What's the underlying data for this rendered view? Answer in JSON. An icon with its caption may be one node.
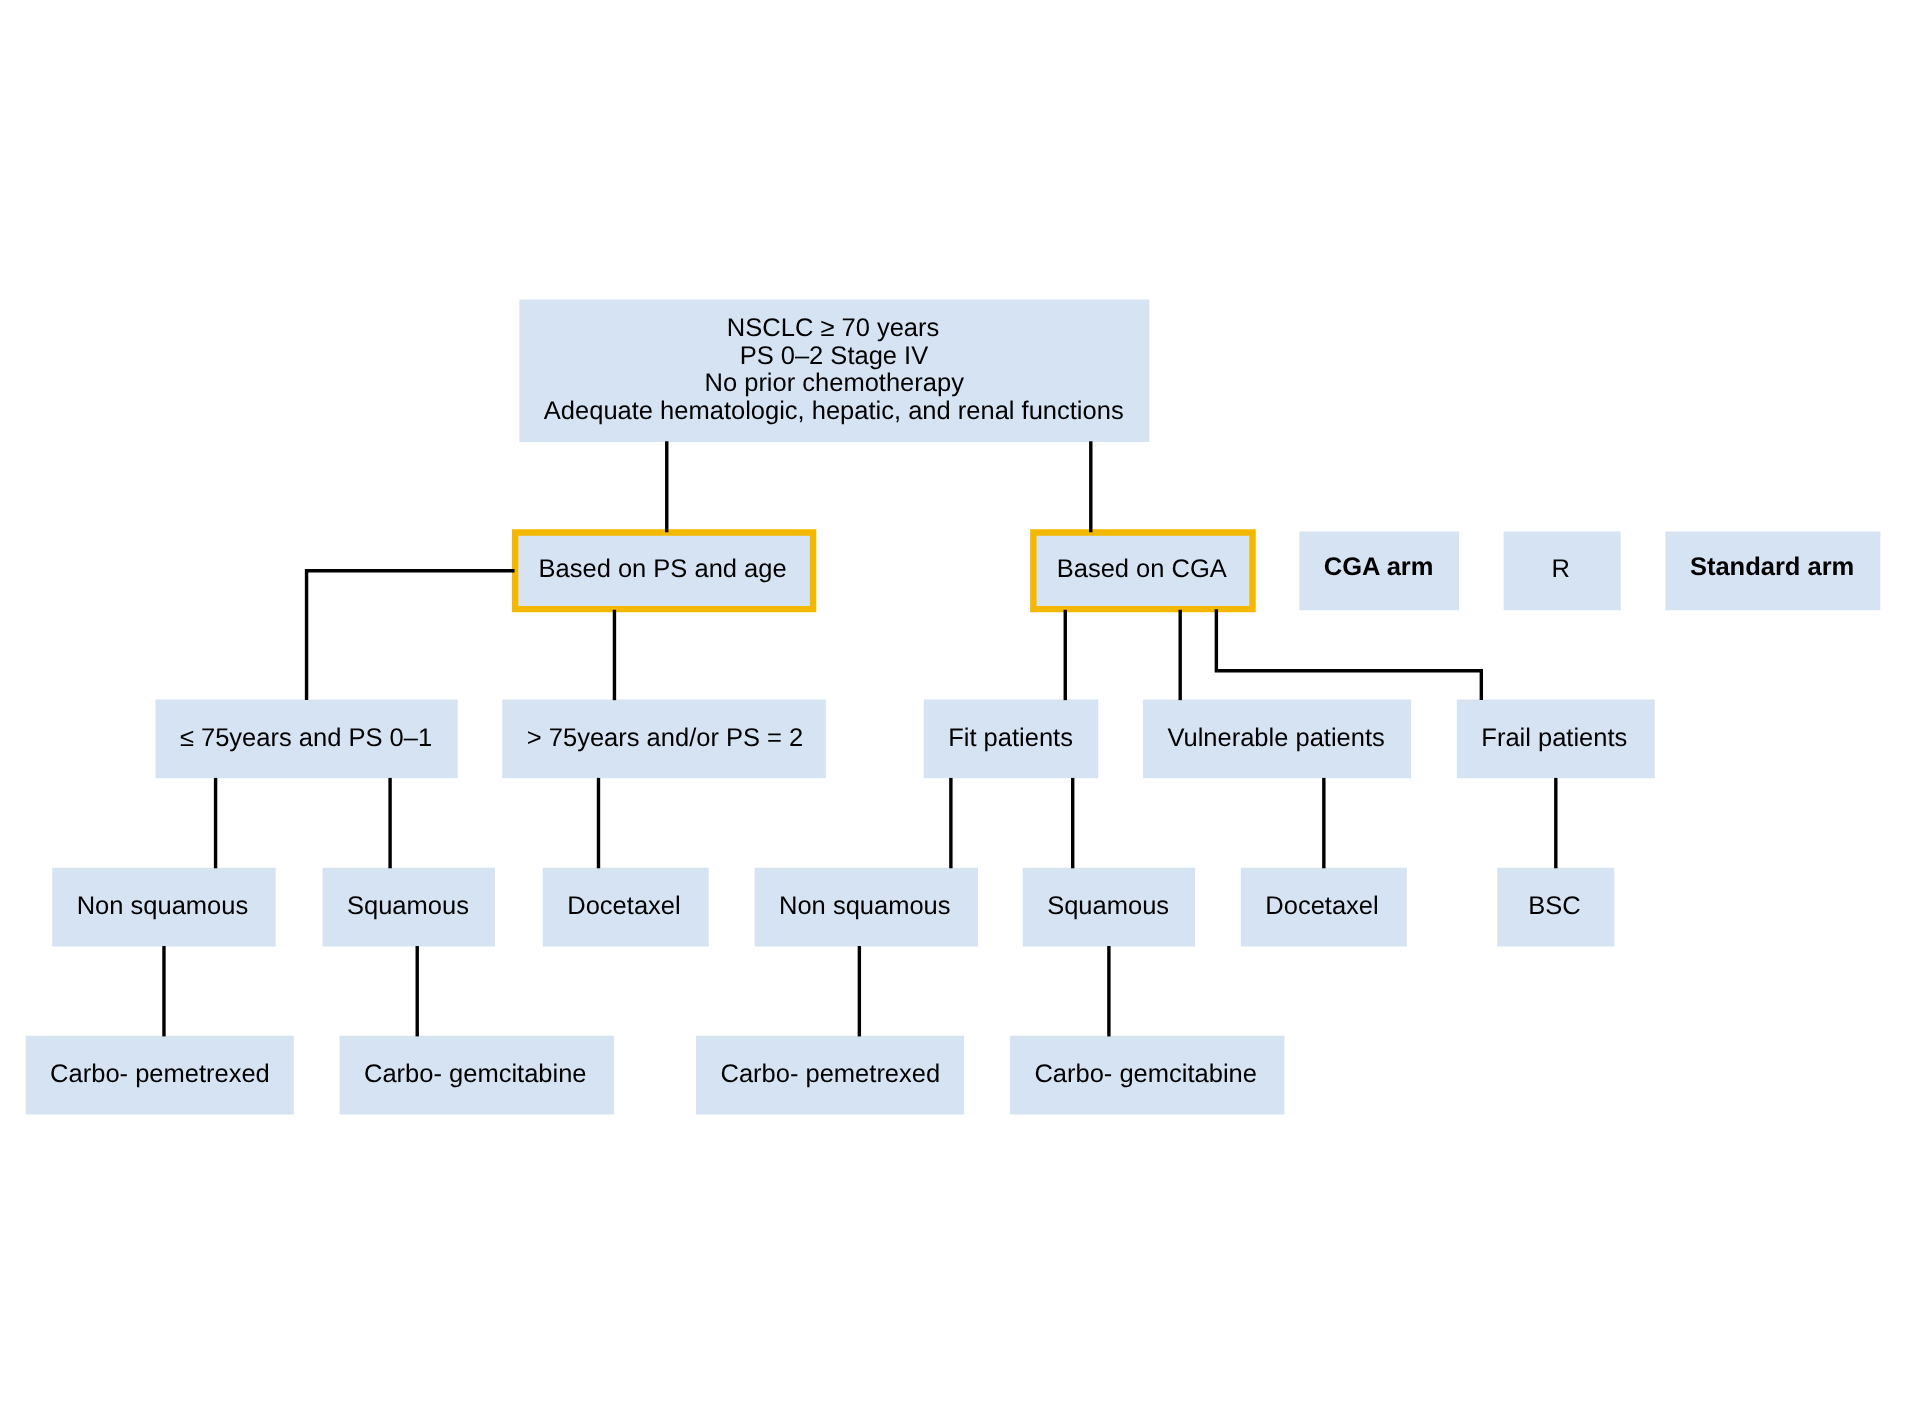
{
  "diagram": {
    "nodes": [
      {
        "text": [
          "NSCLC ≥ 70 years",
          "PS 0–2 Stage IV",
          "No prior chemotherapy",
          "Adequate hematologic, hepatic, and renal functions"
        ]
      },
      {
        "text": [
          "Based on PS and age"
        ]
      },
      {
        "text": [
          "Standard arm"
        ]
      },
      {
        "text": [
          "R"
        ]
      },
      {
        "text": [
          "CGA arm"
        ]
      },
      {
        "text": [
          "Based on CGA"
        ]
      },
      {
        "text": [
          "≤ 75years and PS 0–1"
        ]
      },
      {
        "text": [
          "> 75years and/or PS = 2"
        ]
      },
      {
        "text": [
          "Fit patients"
        ]
      },
      {
        "text": [
          "Vulnerable patients"
        ]
      },
      {
        "text": [
          "Frail patients"
        ]
      },
      {
        "text": [
          "Non squamous"
        ]
      },
      {
        "text": [
          "Squamous"
        ]
      },
      {
        "text": [
          "Non squamous"
        ]
      },
      {
        "text": [
          "Squamous"
        ]
      },
      {
        "text": [
          "Carbo- pemetrexed"
        ]
      },
      {
        "text": [
          "Carbo- gemcitabine"
        ]
      },
      {
        "text": [
          "Docetaxel"
        ]
      },
      {
        "text": [
          "Carbo- pemetrexed"
        ]
      },
      {
        "text": [
          "Carbo- gemcitabine"
        ]
      },
      {
        "text": [
          "Docetaxel"
        ]
      },
      {
        "text": [
          "BSC"
        ]
      }
    ],
    "edges": [
      {
        "from": 0,
        "to": 1,
        "arrow": "none"
      },
      {
        "from": 0,
        "to": 5,
        "arrow": "none"
      },
      {
        "from": 1,
        "to": 6,
        "arrow": "none"
      },
      {
        "from": 1,
        "to": 7,
        "arrow": "none"
      },
      {
        "from": 5,
        "to": 8,
        "arrow": "none"
      },
      {
        "from": 5,
        "to": 9,
        "arrow": "none"
      },
      {
        "from": 5,
        "to": 10,
        "arrow": "none"
      },
      {
        "from": 6,
        "to": 11,
        "arrow": "none"
      },
      {
        "from": 6,
        "to": 12,
        "arrow": "none"
      },
      {
        "from": 7,
        "to": 17,
        "arrow": "none"
      },
      {
        "from": 8,
        "to": 13,
        "arrow": "none"
      },
      {
        "from": 8,
        "to": 14,
        "arrow": "none"
      },
      {
        "from": 9,
        "to": 20,
        "arrow": "none"
      },
      {
        "from": 10,
        "to": 21,
        "arrow": "none"
      },
      {
        "from": 11,
        "to": 15,
        "arrow": "none"
      },
      {
        "from": 12,
        "to": 16,
        "arrow": "none"
      },
      {
        "from": 13,
        "to": 18,
        "arrow": "none"
      },
      {
        "from": 14,
        "to": 19,
        "arrow": "none"
      }
    ]
  }
}
